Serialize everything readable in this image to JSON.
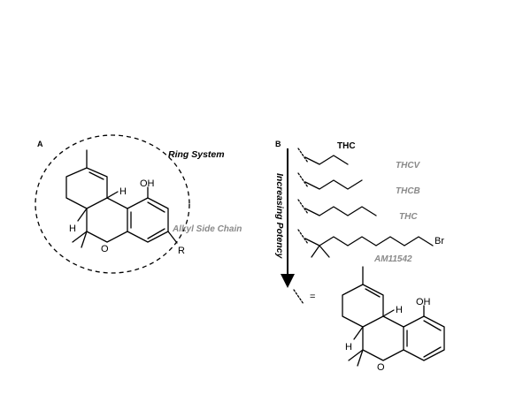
{
  "panel_a": {
    "label": "A",
    "ring_system_label": "Ring System",
    "alkyl_side_chain_label": "Alkyl Side Chain",
    "oh": "OH",
    "h_top": "H",
    "h_left": "H",
    "o": "O",
    "r": "R"
  },
  "panel_b": {
    "label": "B",
    "thc_header": "THC",
    "potency_label": "Increasing Potency",
    "compounds": [
      "THCV",
      "THCB",
      "THC",
      "AM11542"
    ],
    "br": "Br",
    "equals": "=",
    "oh": "OH",
    "h_top": "H",
    "h_left": "H",
    "o": "O"
  },
  "colors": {
    "ink": "#000000",
    "grey_label": "#8a8a8a"
  }
}
